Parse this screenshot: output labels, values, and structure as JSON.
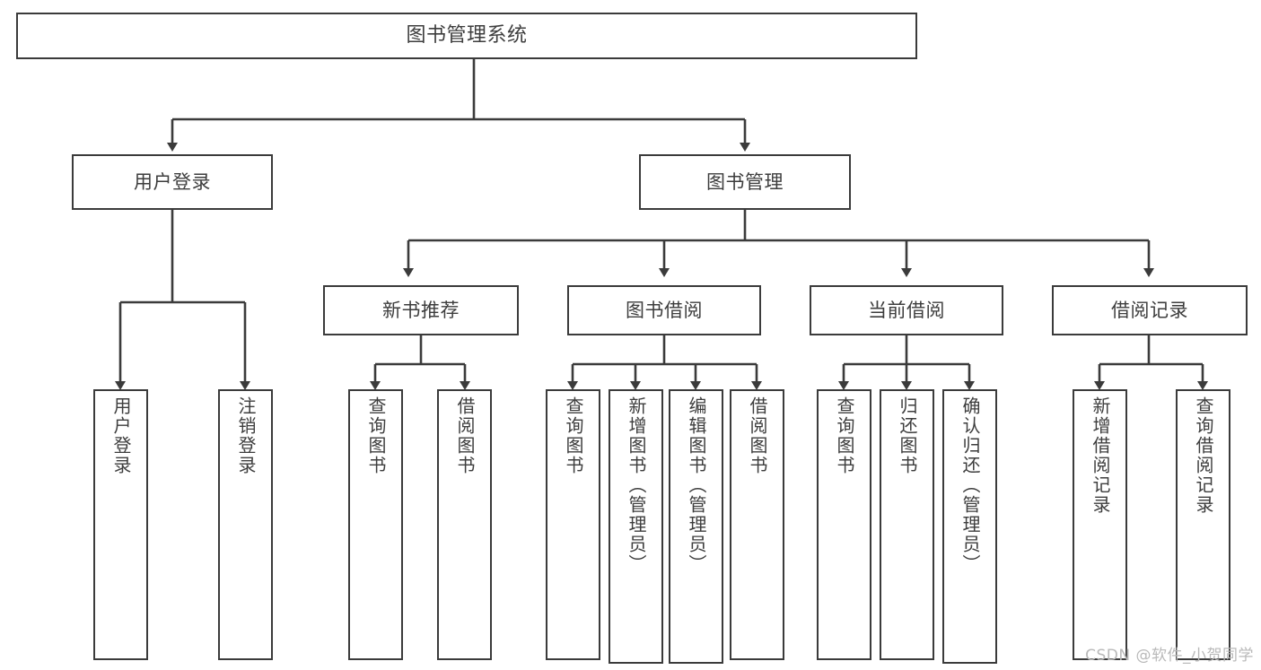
{
  "diagram": {
    "type": "tree",
    "title": "图书管理系统",
    "stroke_color": "#3b3b3b",
    "text_color": "#3d3d3d",
    "background_color": "#ffffff",
    "root": {
      "label": "图书管理系统"
    },
    "level1": [
      {
        "label": "用户登录"
      },
      {
        "label": "图书管理"
      }
    ],
    "level2": [
      {
        "label": "新书推荐"
      },
      {
        "label": "图书借阅"
      },
      {
        "label": "当前借阅"
      },
      {
        "label": "借阅记录"
      }
    ],
    "leaves": {
      "user_login": [
        {
          "label": "用户登录"
        },
        {
          "label": "注销登录"
        }
      ],
      "new_book_recommend": [
        {
          "label": "查询图书"
        },
        {
          "label": "借阅图书"
        }
      ],
      "book_borrow": [
        {
          "label": "查询图书"
        },
        {
          "label": "新增图书（管理员）"
        },
        {
          "label": "编辑图书（管理员）"
        },
        {
          "label": "借阅图书"
        }
      ],
      "current_borrow": [
        {
          "label": "查询图书"
        },
        {
          "label": "归还图书"
        },
        {
          "label": "确认归还（管理员）"
        }
      ],
      "borrow_record": [
        {
          "label": "新增借阅记录"
        },
        {
          "label": "查询借阅记录"
        }
      ]
    }
  },
  "watermark": {
    "text": "CSDN @软件_小贺同学"
  }
}
